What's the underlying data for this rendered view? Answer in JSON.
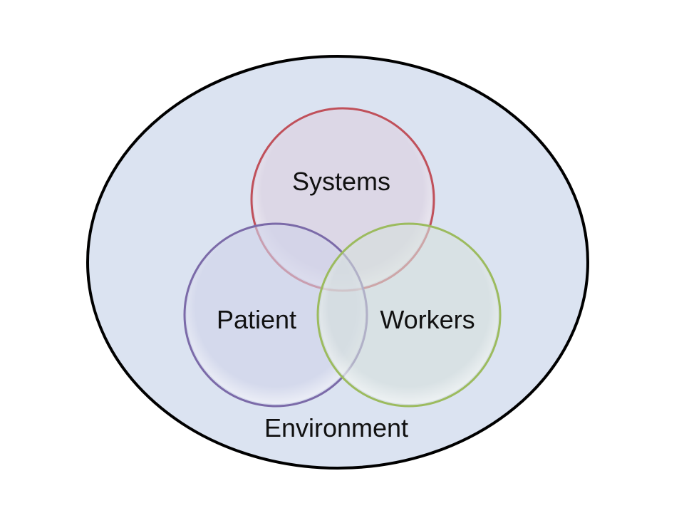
{
  "diagram": {
    "environment": {
      "label": "Environment",
      "fill": "#dbe3f1",
      "stroke": "#000000"
    },
    "circles": [
      {
        "id": "systems",
        "label": "Systems",
        "fill": "#dccfe0",
        "stroke": "#c0505a"
      },
      {
        "id": "patient",
        "label": "Patient",
        "fill": "#cfd2ea",
        "stroke": "#7b6aa8"
      },
      {
        "id": "workers",
        "label": "Workers",
        "fill": "#d6e0dc",
        "stroke": "#9cbb5e"
      }
    ]
  }
}
